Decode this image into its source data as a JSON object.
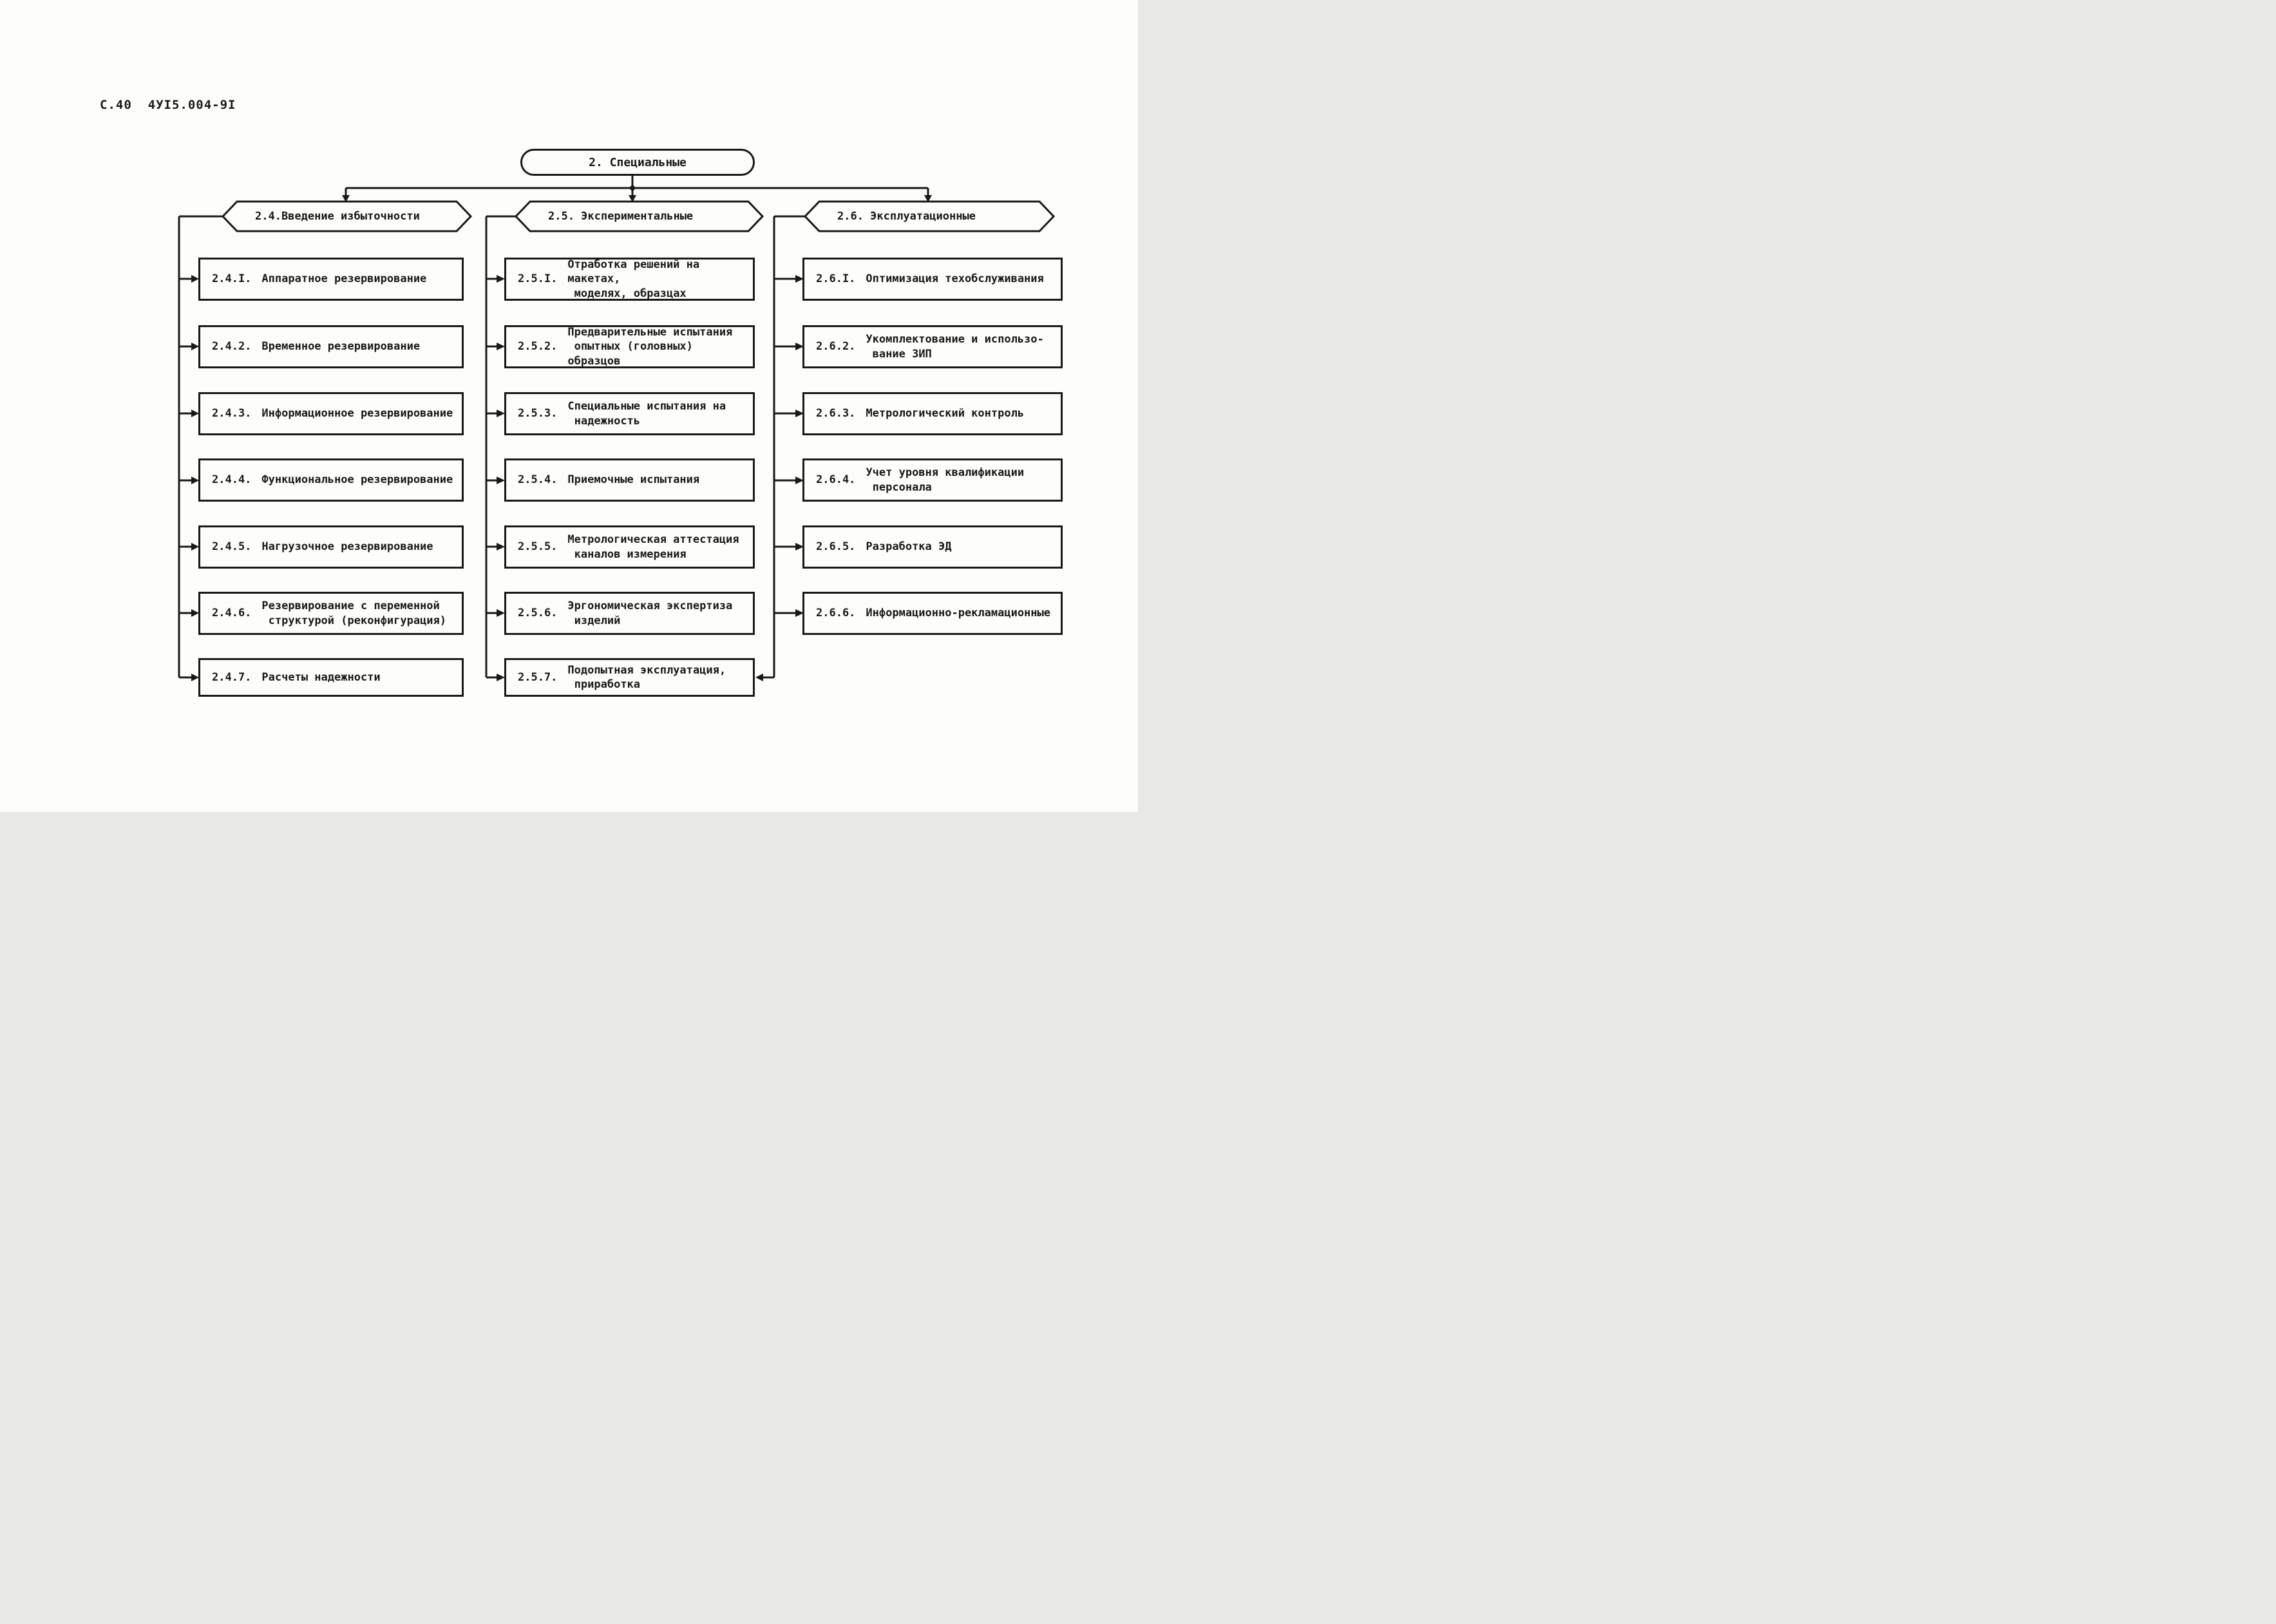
{
  "page_header": "С.40  4УI5.004-9I",
  "colors": {
    "ink": "#191919",
    "paper": "#fdfdfb"
  },
  "root": {
    "label": "2. Специальные"
  },
  "branches": [
    {
      "id": "2.4",
      "label": "2.4.Введение избыточности",
      "items": [
        {
          "num": "2.4.I.",
          "text": "Аппаратное резервирование"
        },
        {
          "num": "2.4.2.",
          "text": "Временное резервирование"
        },
        {
          "num": "2.4.3.",
          "text": "Информационное резервирование"
        },
        {
          "num": "2.4.4.",
          "text": "Функциональное резервирование"
        },
        {
          "num": "2.4.5.",
          "text": "Нагрузочное резервирование"
        },
        {
          "num": "2.4.6.",
          "text": "Резервирование с переменной\n структурой (реконфигурация)"
        },
        {
          "num": "2.4.7.",
          "text": "Расчеты надежности"
        }
      ]
    },
    {
      "id": "2.5",
      "label": "2.5. Экспериментальные",
      "items": [
        {
          "num": "2.5.I.",
          "text": "Отработка решений на макетах,\n моделях, образцах"
        },
        {
          "num": "2.5.2.",
          "text": "Предварительные испытания\n опытных (головных) образцов"
        },
        {
          "num": "2.5.3.",
          "text": "Специальные испытания на\n надежность"
        },
        {
          "num": "2.5.4.",
          "text": "Приемочные испытания"
        },
        {
          "num": "2.5.5.",
          "text": "Метрологическая аттестация\n каналов измерения"
        },
        {
          "num": "2.5.6.",
          "text": "Эргономическая экспертиза\n изделий"
        },
        {
          "num": "2.5.7.",
          "text": "Подопытная эксплуатация,\n приработка"
        }
      ]
    },
    {
      "id": "2.6",
      "label": "2.6. Эксплуатационные",
      "items": [
        {
          "num": "2.6.I.",
          "text": "Оптимизация техобслуживания"
        },
        {
          "num": "2.6.2.",
          "text": "Укомплектование и использо-\n вание ЗИП"
        },
        {
          "num": "2.6.3.",
          "text": "Метрологический контроль"
        },
        {
          "num": "2.6.4.",
          "text": "Учет уровня квалификации\n персонала"
        },
        {
          "num": "2.6.5.",
          "text": "Разработка ЭД"
        },
        {
          "num": "2.6.6.",
          "text": "Информационно-рекламационные"
        }
      ]
    }
  ]
}
